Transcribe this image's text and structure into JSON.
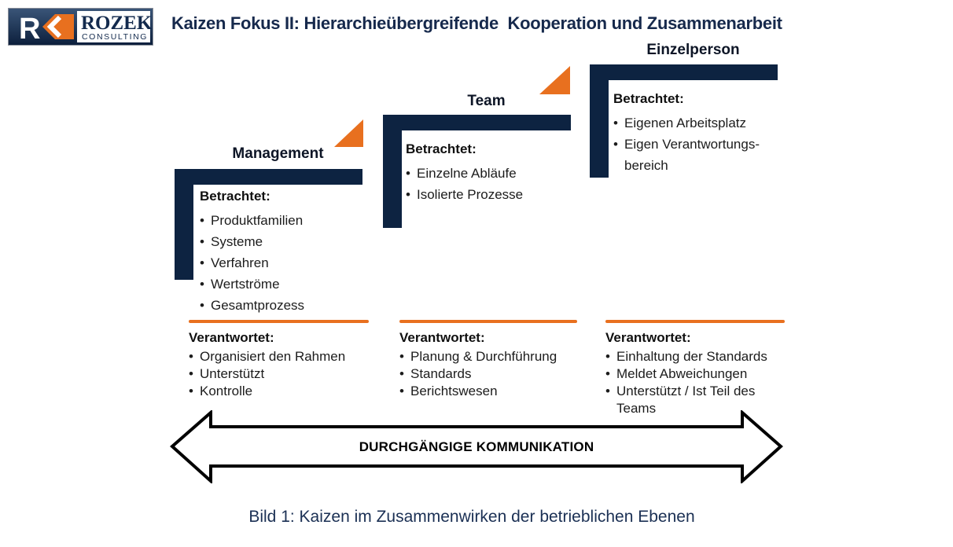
{
  "header": {
    "logo": {
      "monogram": "R",
      "brand": "ROZEK",
      "subtitle": "CONSULTING"
    },
    "title": "Kaizen Fokus II: Hierarchieübergreifende  Kooperation und Zusammenarbeit"
  },
  "colors": {
    "navy": "#0D2341",
    "orange": "#E8701F",
    "title_navy": "#16294C"
  },
  "levels": [
    {
      "name": "Management",
      "betrachtet_label": "Betrachtet:",
      "betrachtet": [
        "Produktfamilien",
        "Systeme",
        "Verfahren",
        "Wertströme",
        "Gesamtprozess"
      ],
      "verantwortet_label": "Verantwortet:",
      "verantwortet": [
        "Organisiert den Rahmen",
        "Unterstützt",
        "Kontrolle"
      ]
    },
    {
      "name": "Team",
      "betrachtet_label": "Betrachtet:",
      "betrachtet": [
        "Einzelne Abläufe",
        "Isolierte Prozesse"
      ],
      "verantwortet_label": "Verantwortet:",
      "verantwortet": [
        "Planung & Durchführung",
        "Standards",
        "Berichtswesen"
      ]
    },
    {
      "name": "Einzelperson",
      "betrachtet_label": "Betrachtet:",
      "betrachtet": [
        "Eigenen Arbeitsplatz",
        "Eigen Verantwortungs-\nbereich"
      ],
      "verantwortet_label": "Verantwortet:",
      "verantwortet": [
        "Einhaltung der Standards",
        "Meldet Abweichungen",
        "Unterstützt / Ist Teil des\nTeams"
      ]
    }
  ],
  "communication_arrow": {
    "label": "DURCHGÄNGIGE KOMMUNIKATION"
  },
  "caption": "Bild 1: Kaizen im Zusammenwirken der betrieblichen Ebenen"
}
